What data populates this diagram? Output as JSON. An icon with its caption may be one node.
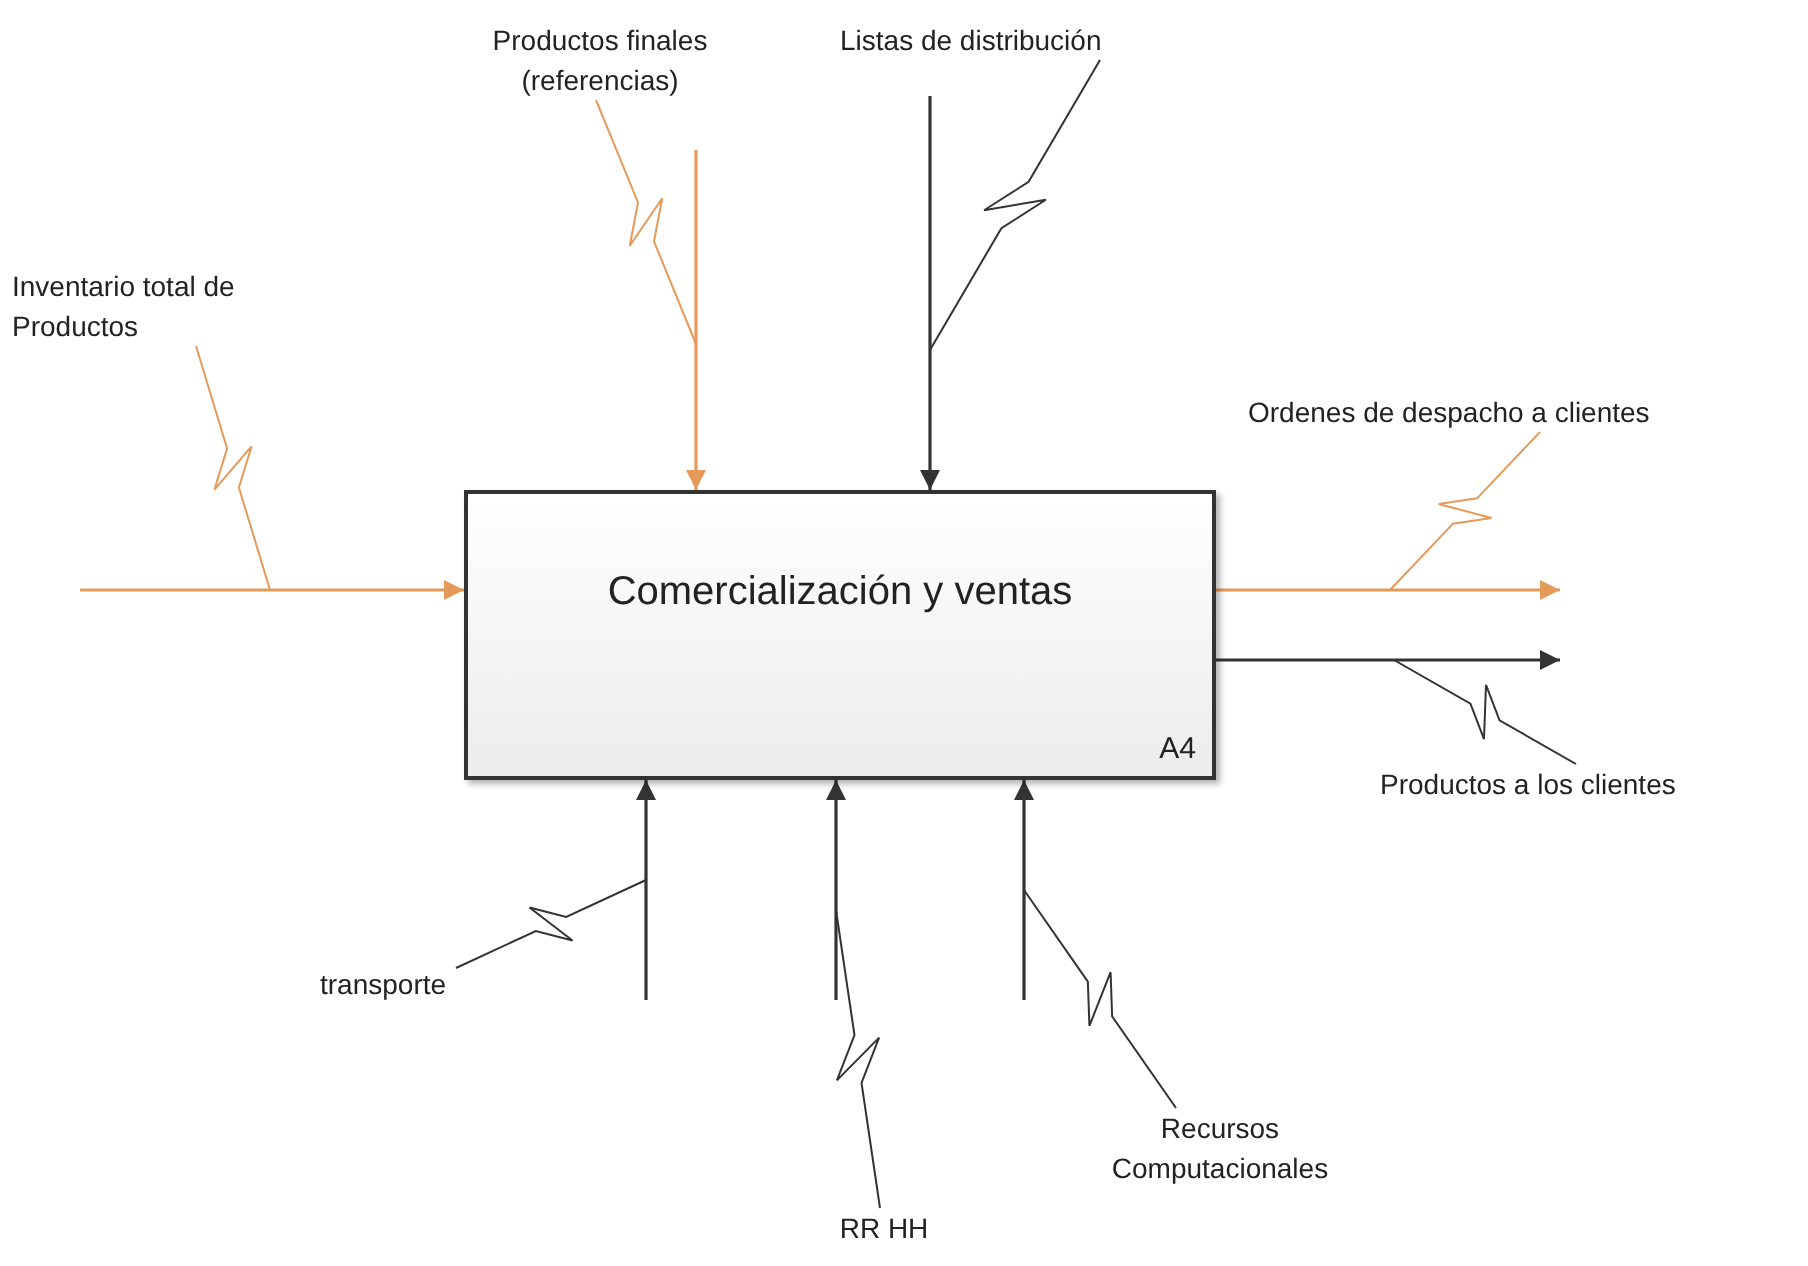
{
  "diagram": {
    "nodes": [
      {
        "text": [
          "Comercialización y ventas",
          "A4"
        ]
      },
      {
        "text": [
          "Productos finales (referencias)"
        ]
      },
      {
        "text": [
          "Listas de distribución"
        ]
      },
      {
        "text": [
          "Inventario total de Productos"
        ]
      },
      {
        "text": [
          "Ordenes de despacho a clientes"
        ]
      },
      {
        "text": [
          "Productos a los clientes"
        ]
      },
      {
        "text": [
          "transporte"
        ]
      },
      {
        "text": [
          "RR HH"
        ]
      },
      {
        "text": [
          "Recursos Computacionales"
        ]
      }
    ],
    "edges": [
      {
        "from": null,
        "to": 0,
        "arrow": "to",
        "color": "#e59a5a"
      },
      {
        "from": 3,
        "to": null,
        "arrow": "none",
        "color": "#e59a5a"
      },
      {
        "from": null,
        "to": 0,
        "arrow": "to",
        "color": "#e59a5a"
      },
      {
        "from": 1,
        "to": null,
        "arrow": "none",
        "color": "#e59a5a"
      },
      {
        "from": null,
        "to": 0,
        "arrow": "to"
      },
      {
        "from": 2,
        "to": null,
        "arrow": "none"
      },
      {
        "from": 0,
        "to": null,
        "arrow": "to",
        "color": "#e59a5a"
      },
      {
        "from": 4,
        "to": null,
        "arrow": "none",
        "color": "#e59a5a"
      },
      {
        "from": 0,
        "to": null,
        "arrow": "to"
      },
      {
        "from": 5,
        "to": null,
        "arrow": "none"
      },
      {
        "from": null,
        "to": 0,
        "arrow": "to"
      },
      {
        "from": 6,
        "to": null,
        "arrow": "none"
      },
      {
        "from": null,
        "to": 0,
        "arrow": "to"
      },
      {
        "from": 7,
        "to": null,
        "arrow": "none"
      },
      {
        "from": null,
        "to": 0,
        "arrow": "to"
      },
      {
        "from": 8,
        "to": null,
        "arrow": "none"
      }
    ]
  }
}
